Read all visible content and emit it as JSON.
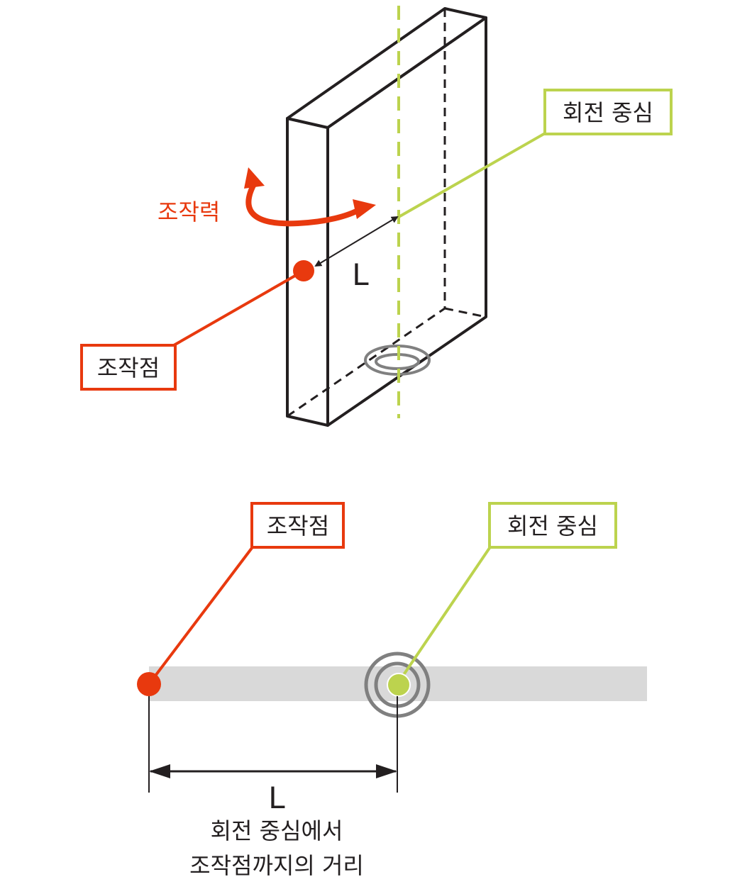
{
  "colors": {
    "accent_red": "#e8390e",
    "accent_green": "#bcd34e",
    "outline": "#231f20",
    "ring": "#808080",
    "beam": "#d9d9d9"
  },
  "top_view": {
    "rotation_center_label": "회전 중심",
    "force_label": "조작력",
    "action_point_label": "조작점",
    "distance_label": "L"
  },
  "bottom_view": {
    "action_point_label": "조작점",
    "rotation_center_label": "회전 중심",
    "distance_label": "L",
    "caption_line1": "회전 중심에서",
    "caption_line2": "조작점까지의 거리"
  }
}
